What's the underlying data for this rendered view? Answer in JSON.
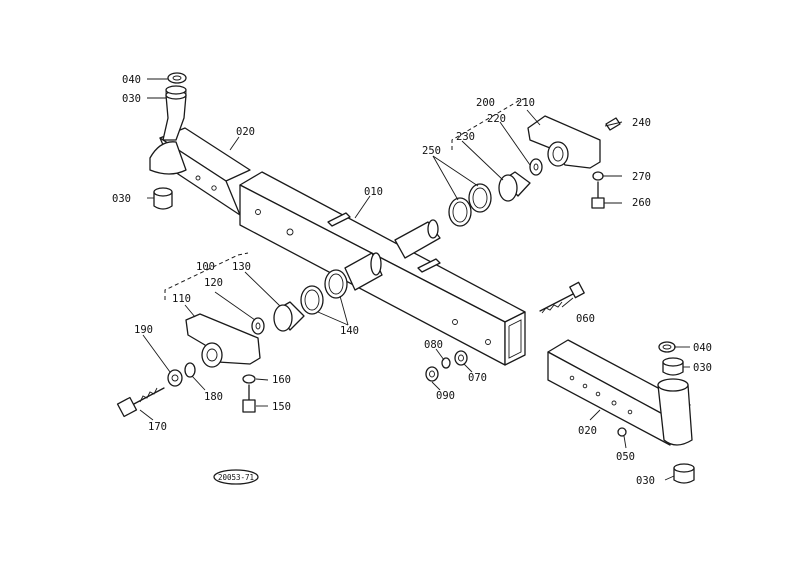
{
  "diagram": {
    "labels": {
      "p010": "010",
      "p020a": "020",
      "p020b": "020",
      "p030a": "030",
      "p030b": "030",
      "p030c": "030",
      "p030d": "030",
      "p040a": "040",
      "p040b": "040",
      "p050": "050",
      "p060": "060",
      "p070": "070",
      "p080": "080",
      "p090": "090",
      "p100": "100",
      "p110": "110",
      "p120": "120",
      "p130": "130",
      "p140": "140",
      "p150": "150",
      "p160": "160",
      "p170": "170",
      "p180": "180",
      "p190": "190",
      "p200": "200",
      "p210": "210",
      "p220": "220",
      "p230": "230",
      "p240": "240",
      "p250": "250",
      "p260": "260",
      "p270": "270"
    },
    "stamp": "20053-71"
  }
}
